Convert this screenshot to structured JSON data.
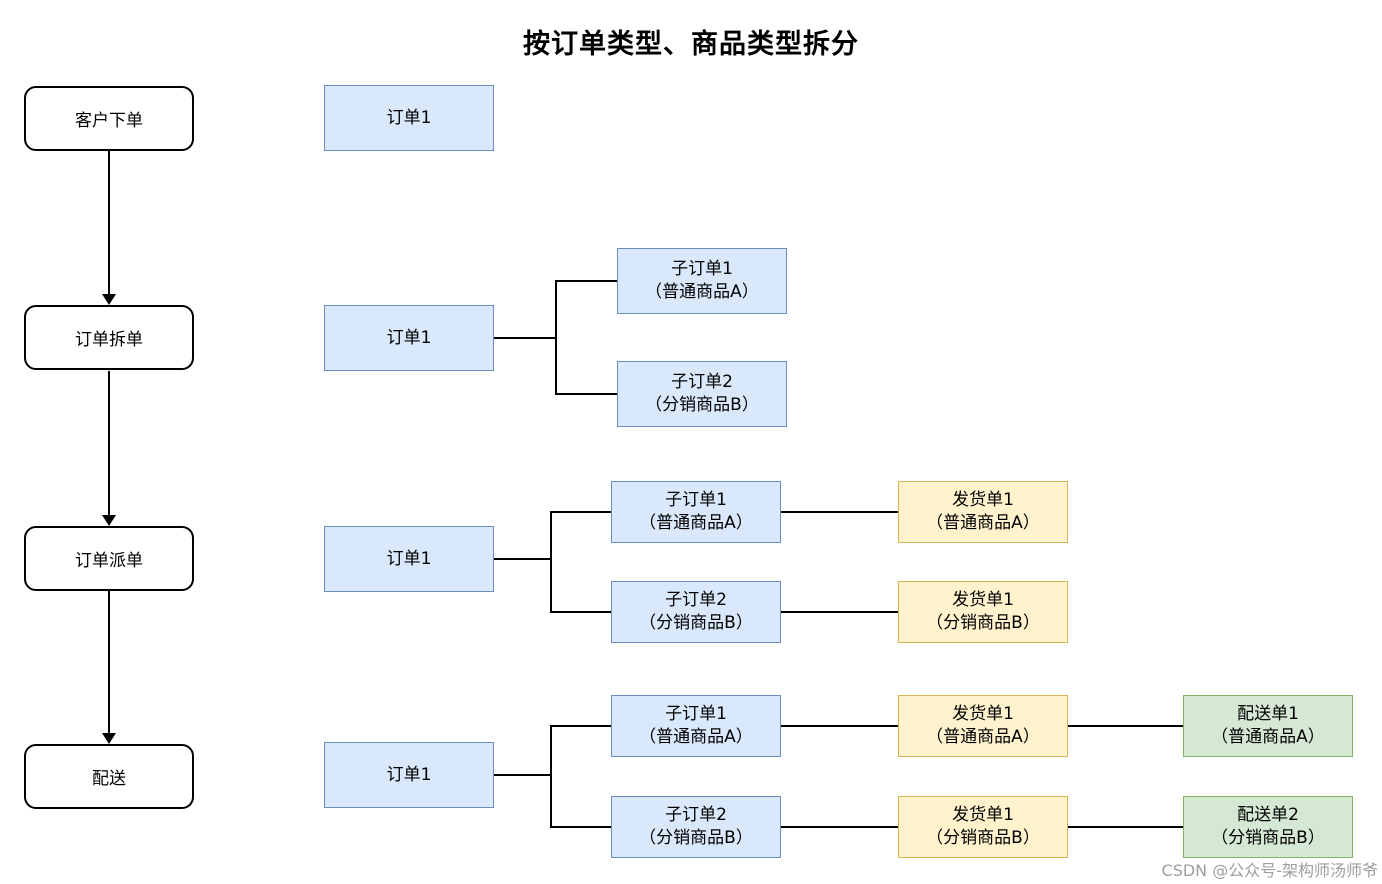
{
  "title": "按订单类型、商品类型拆分",
  "watermark": "CSDN @公众号-架构师汤师爷",
  "colors": {
    "order_fill": "#dae8fc",
    "order_border": "#6c8ebf",
    "shipment_fill": "#fff2cc",
    "shipment_border": "#d6b656",
    "delivery_fill": "#d5e8d4",
    "delivery_border": "#82b366",
    "stage_fill": "#ffffff",
    "stage_border": "#000000",
    "connector": "#000000",
    "watermark_text": "#9e9e9e"
  },
  "stages": [
    {
      "label": "客户下单"
    },
    {
      "label": "订单拆单"
    },
    {
      "label": "订单派单"
    },
    {
      "label": "配送"
    }
  ],
  "rows": {
    "row1": {
      "order": "订单1"
    },
    "row2": {
      "order": "订单1",
      "suborders": [
        {
          "title": "子订单1",
          "subtitle": "（普通商品A）"
        },
        {
          "title": "子订单2",
          "subtitle": "（分销商品B）"
        }
      ]
    },
    "row3": {
      "order": "订单1",
      "suborders": [
        {
          "title": "子订单1",
          "subtitle": "（普通商品A）"
        },
        {
          "title": "子订单2",
          "subtitle": "（分销商品B）"
        }
      ],
      "shipments": [
        {
          "title": "发货单1",
          "subtitle": "（普通商品A）"
        },
        {
          "title": "发货单1",
          "subtitle": "（分销商品B）"
        }
      ]
    },
    "row4": {
      "order": "订单1",
      "suborders": [
        {
          "title": "子订单1",
          "subtitle": "（普通商品A）"
        },
        {
          "title": "子订单2",
          "subtitle": "（分销商品B）"
        }
      ],
      "shipments": [
        {
          "title": "发货单1",
          "subtitle": "（普通商品A）"
        },
        {
          "title": "发货单1",
          "subtitle": "（分销商品B）"
        }
      ],
      "deliveries": [
        {
          "title": "配送单1",
          "subtitle": "（普通商品A）"
        },
        {
          "title": "配送单2",
          "subtitle": "（分销商品B）"
        }
      ]
    }
  }
}
